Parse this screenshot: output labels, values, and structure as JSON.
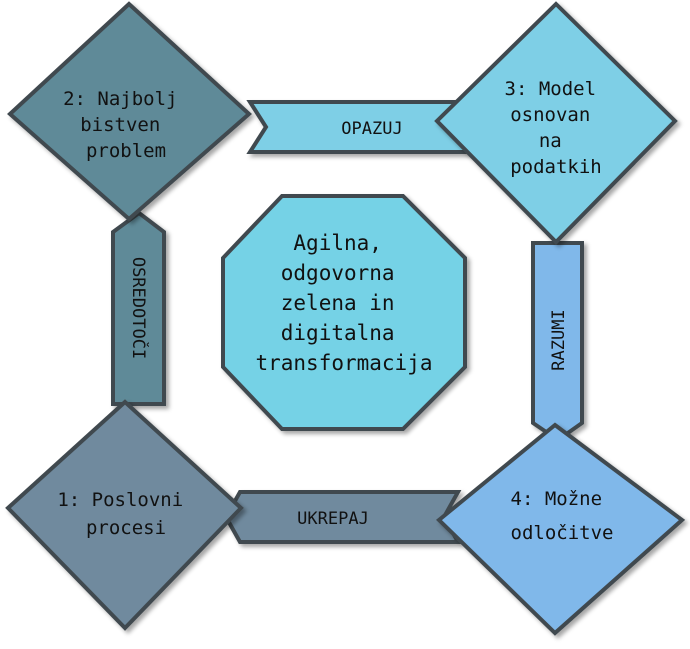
{
  "diagram": {
    "center": {
      "lines": [
        "Agilna,",
        "odgovorna",
        "zelena in",
        "digitalna",
        "transformacija"
      ],
      "color": "#74d2e6"
    },
    "nodes": [
      {
        "id": "step-2",
        "lines": [
          "2: Najbolj",
          "bistven",
          "problem"
        ],
        "color": "#5e8a98"
      },
      {
        "id": "step-3",
        "lines": [
          "3: Model",
          "osnovan",
          "na",
          "podatkih"
        ],
        "color": "#7ecfe6"
      },
      {
        "id": "step-4",
        "lines": [
          "4: Možne",
          "odločitve"
        ],
        "color": "#80b8ea"
      },
      {
        "id": "step-1",
        "lines": [
          "1: Poslovni",
          "procesi"
        ],
        "color": "#6f8a9e"
      }
    ],
    "arrows": [
      {
        "id": "opazuj",
        "label": "OPAZUJ",
        "color": "#7ecfe6"
      },
      {
        "id": "razumi",
        "label": "RAZUMI",
        "color": "#80b8ea"
      },
      {
        "id": "ukrepaj",
        "label": "UKREPAJ",
        "color": "#6f8a9e"
      },
      {
        "id": "osredotoci",
        "label": "OSREDOTOČI",
        "color": "#5e8a98"
      }
    ],
    "stroke_color": "#414a4f"
  }
}
